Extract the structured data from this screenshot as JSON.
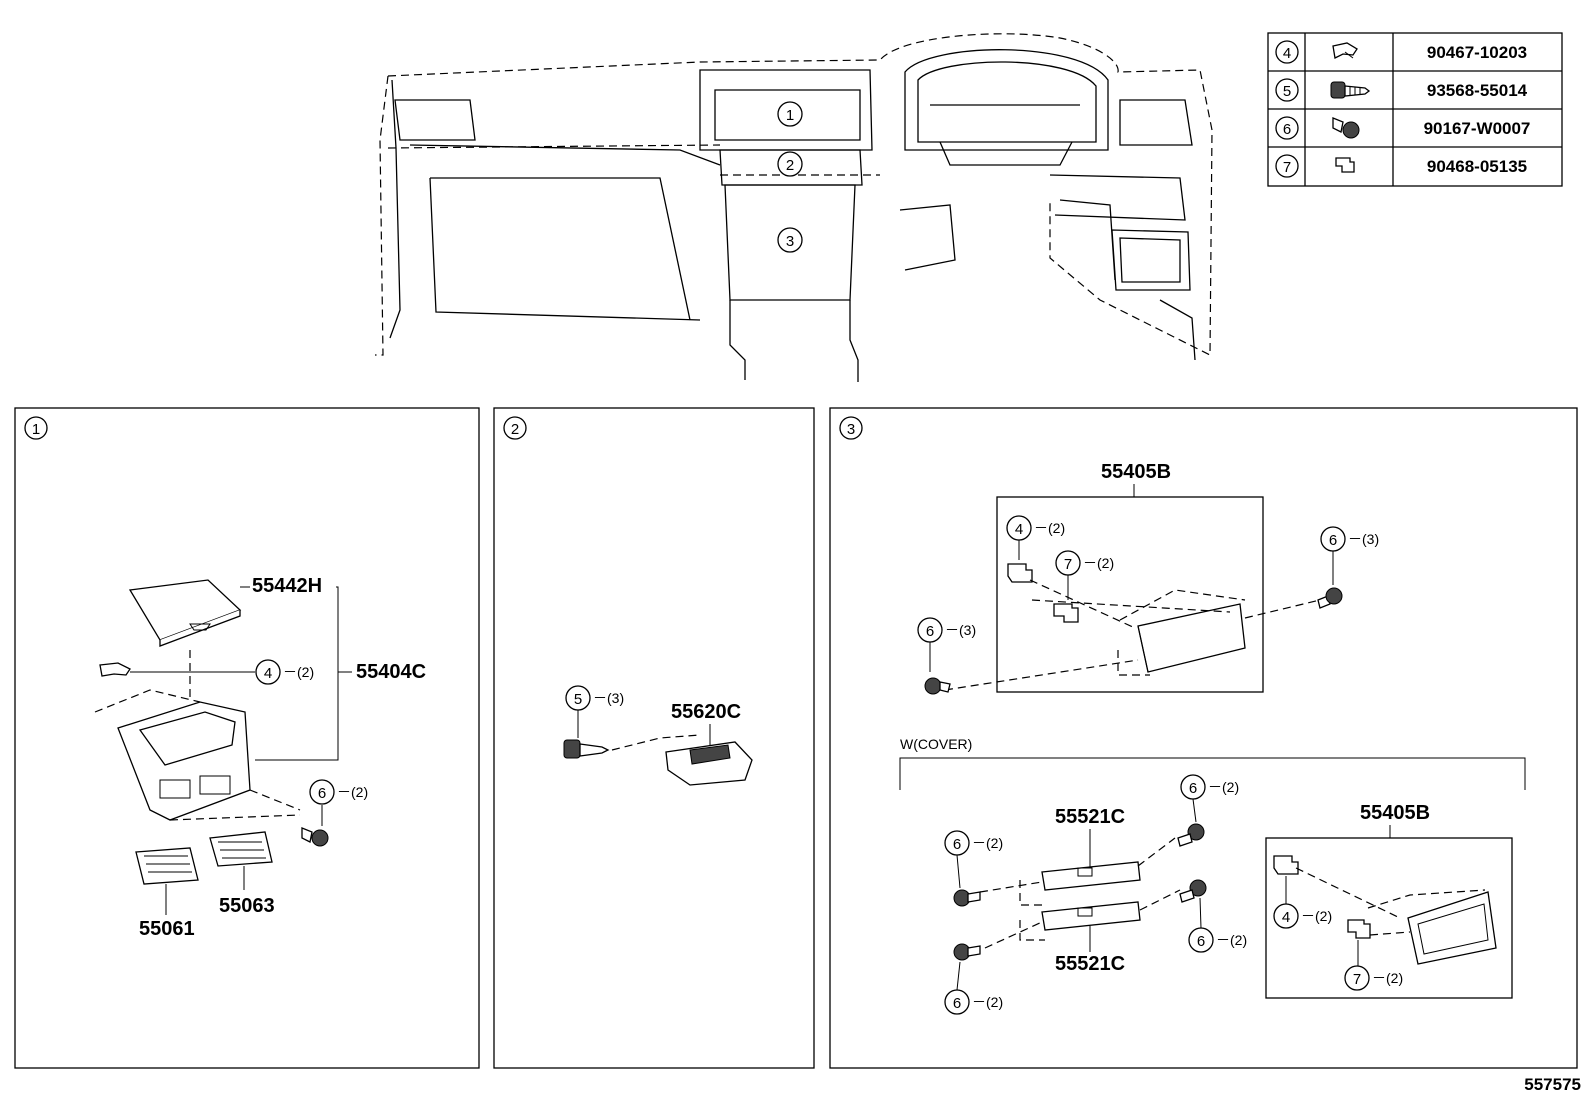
{
  "fastener_table": {
    "rows": [
      {
        "ref": "4",
        "icon": "clip-icon",
        "part_no": "90467-10203"
      },
      {
        "ref": "5",
        "icon": "screw-icon",
        "part_no": "93568-55014"
      },
      {
        "ref": "6",
        "icon": "bolt-icon",
        "part_no": "90167-W0007"
      },
      {
        "ref": "7",
        "icon": "nut-clip-icon",
        "part_no": "90468-05135"
      }
    ]
  },
  "overview": {
    "callouts": [
      "1",
      "2",
      "3"
    ]
  },
  "panels": {
    "p1": {
      "ref": "1",
      "parts": {
        "cover": "55442H",
        "register_assy": "55404C",
        "vent_left": "55061",
        "vent_right": "55063"
      },
      "callouts": [
        {
          "ref": "4",
          "qty": "－(2)"
        },
        {
          "ref": "6",
          "qty": "－(2)"
        }
      ]
    },
    "p2": {
      "ref": "2",
      "parts": {
        "holder": "55620C"
      },
      "callouts": [
        {
          "ref": "5",
          "qty": "－(3)"
        }
      ]
    },
    "p3": {
      "ref": "3",
      "upper": {
        "part": "55405B",
        "callouts": [
          {
            "ref": "4",
            "qty": "－(2)"
          },
          {
            "ref": "7",
            "qty": "－(2)"
          },
          {
            "ref": "6",
            "qty": "－(3)"
          },
          {
            "ref": "6",
            "qty": "－(3)"
          }
        ]
      },
      "cover_group": {
        "label": "W(COVER)",
        "parts": {
          "plate_top": "55521C",
          "plate_bottom": "55521C",
          "box": "55405B"
        },
        "callouts": [
          {
            "ref": "6",
            "qty": "－(2)"
          },
          {
            "ref": "6",
            "qty": "－(2)"
          },
          {
            "ref": "6",
            "qty": "－(2)"
          },
          {
            "ref": "6",
            "qty": "－(2)"
          },
          {
            "ref": "4",
            "qty": "－(2)"
          },
          {
            "ref": "7",
            "qty": "－(2)"
          }
        ]
      }
    }
  },
  "figure_id": "557575"
}
